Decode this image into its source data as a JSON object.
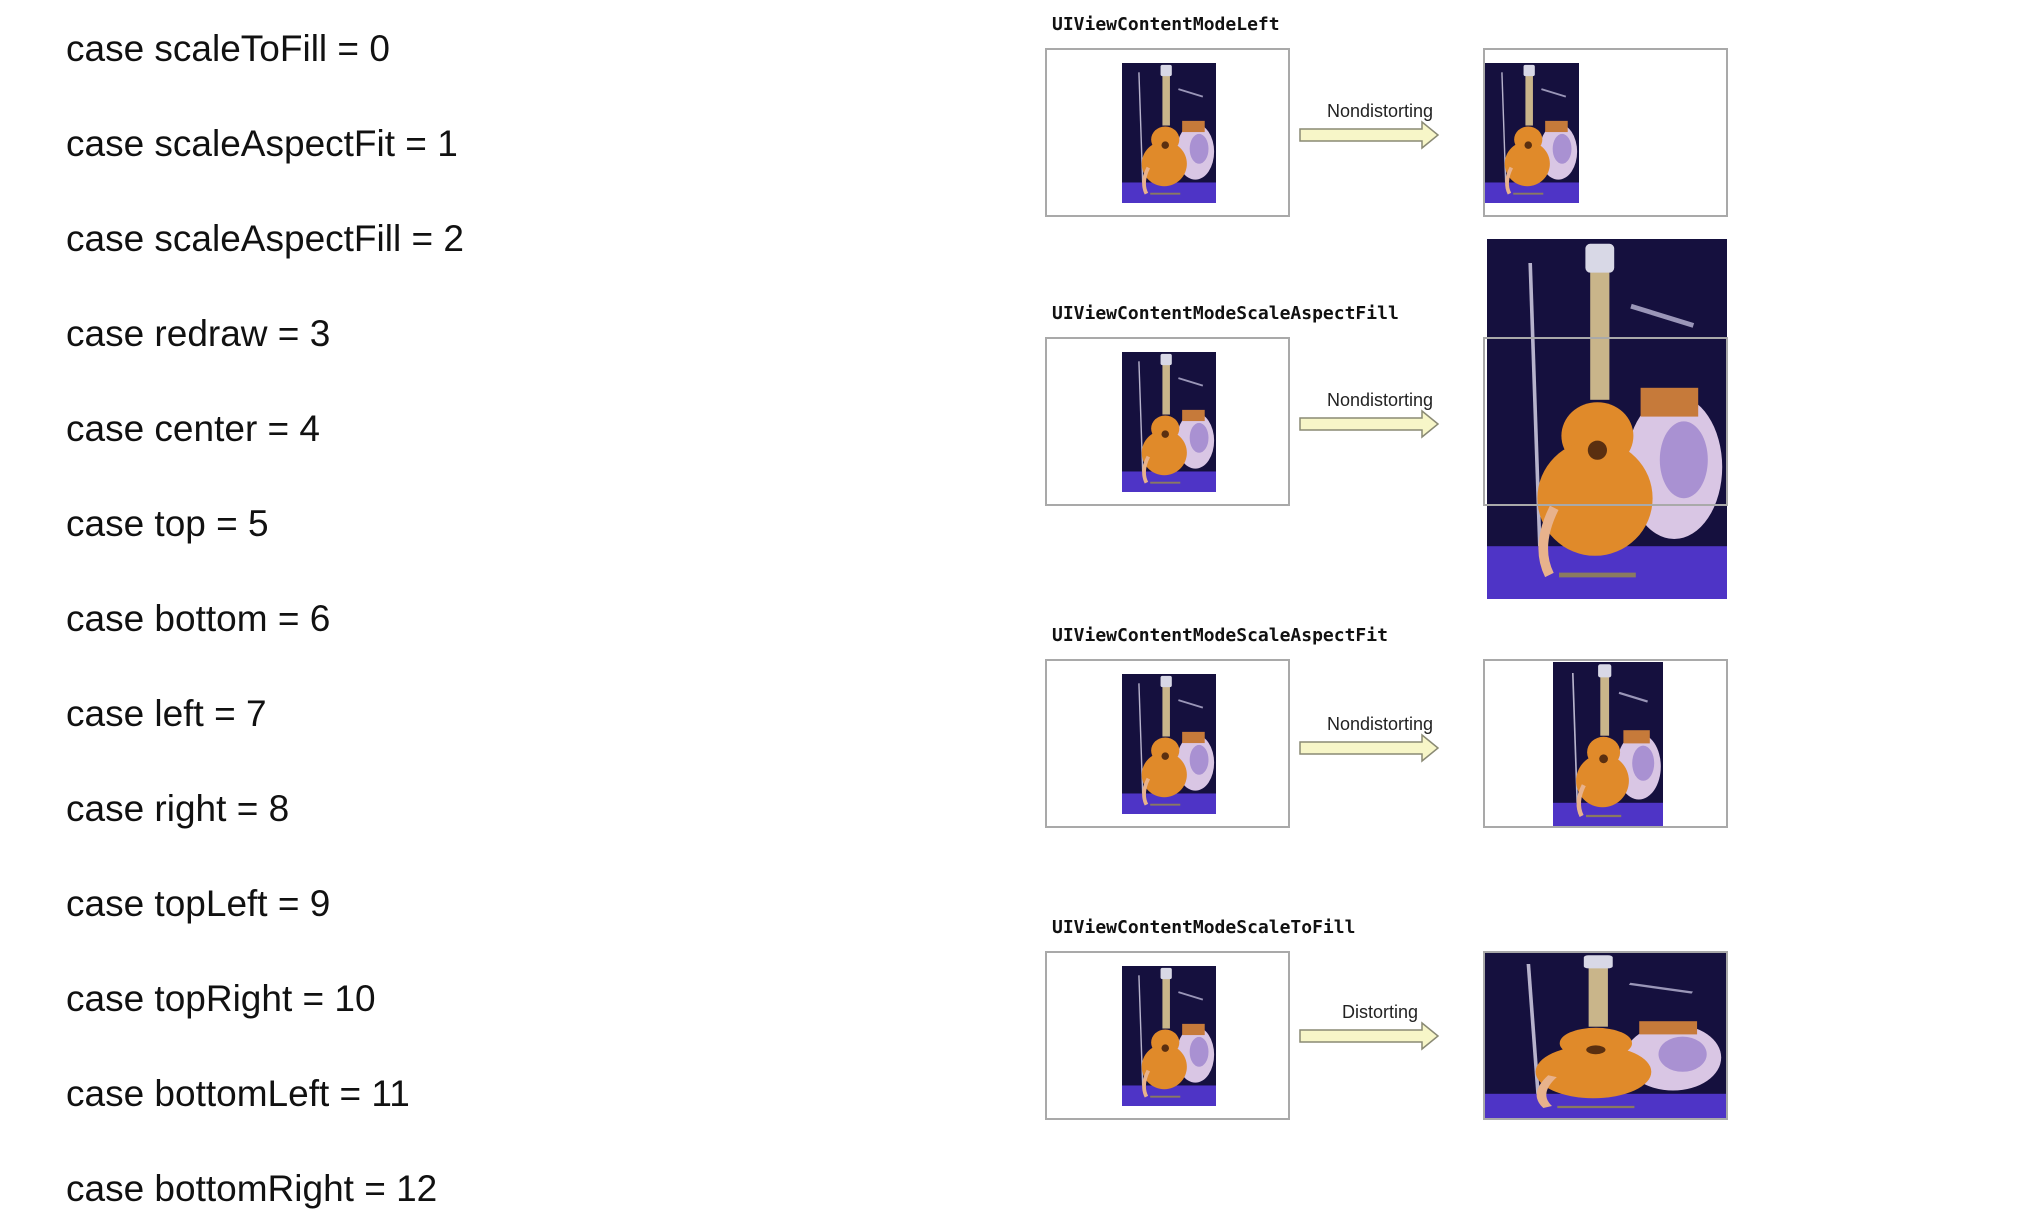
{
  "cases": [
    "case scaleToFill = 0",
    "case scaleAspectFit = 1",
    "case scaleAspectFill = 2",
    "case redraw = 3",
    "case center = 4",
    "case top = 5",
    "case bottom = 6",
    "case left = 7",
    "case right = 8",
    "case topLeft = 9",
    "case topRight = 10",
    "case bottomLeft = 11",
    "case bottomRight = 12"
  ],
  "modes": [
    {
      "title": "UIViewContentModeLeft",
      "arrow_label": "Nondistorting"
    },
    {
      "title": "UIViewContentModeScaleAspectFill",
      "arrow_label": "Nondistorting"
    },
    {
      "title": "UIViewContentModeScaleAspectFit",
      "arrow_label": "Nondistorting"
    },
    {
      "title": "UIViewContentModeScaleToFill",
      "arrow_label": "Distorting"
    }
  ],
  "colors": {
    "frame_border": "#a9a9a9",
    "arrow_fill": "#f7f6c8",
    "arrow_stroke": "#8a8a74",
    "photo_background": "#15103e",
    "photo_floor": "#4e34c6",
    "guitar_body": "#e08a2a",
    "drum_head": "#d9c6e4"
  },
  "icons": {
    "photo": "guitar-and-drums-photo"
  }
}
